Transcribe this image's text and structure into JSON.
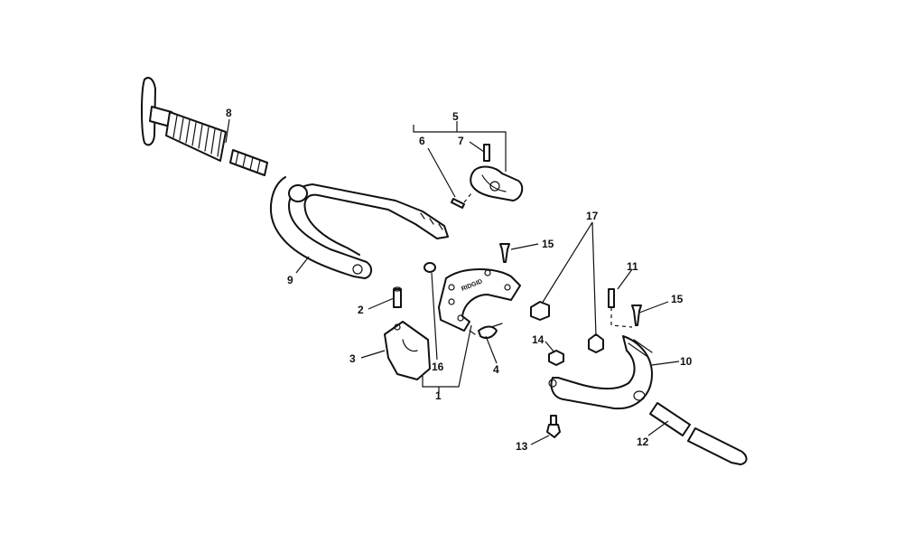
{
  "brand_text": "RIDGID",
  "callouts": {
    "n1": "1",
    "n2": "2",
    "n3": "3",
    "n4": "4",
    "n5": "5",
    "n6": "6",
    "n7": "7",
    "n8": "8",
    "n9": "9",
    "n10": "10",
    "n11": "11",
    "n12": "12",
    "n13": "13",
    "n14": "14",
    "n15a": "15",
    "n15b": "15",
    "n16": "16",
    "n17": "17"
  }
}
